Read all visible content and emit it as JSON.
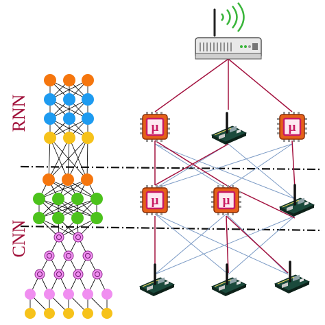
{
  "labels": {
    "rnn": "RNN",
    "cnn": "CNN"
  },
  "chip_glyph": "μ",
  "colors": {
    "accent_label": "#a0103a",
    "wire_primary": "#a3123f",
    "wire_secondary": "#7d9cc6",
    "node_orange": "#f5760e",
    "node_blue": "#1e9bf0",
    "node_yellow": "#f6c21a",
    "node_green": "#4cc21c",
    "node_pink": "#f08ef0",
    "chip_body": "#e05a18",
    "chip_inner": "#cf1f6a",
    "router_body": "#e8e8e8",
    "wifi": "#39b53a"
  },
  "icons": [
    "wifi-router-icon",
    "microcontroller-chip-icon",
    "dev-board-icon"
  ]
}
